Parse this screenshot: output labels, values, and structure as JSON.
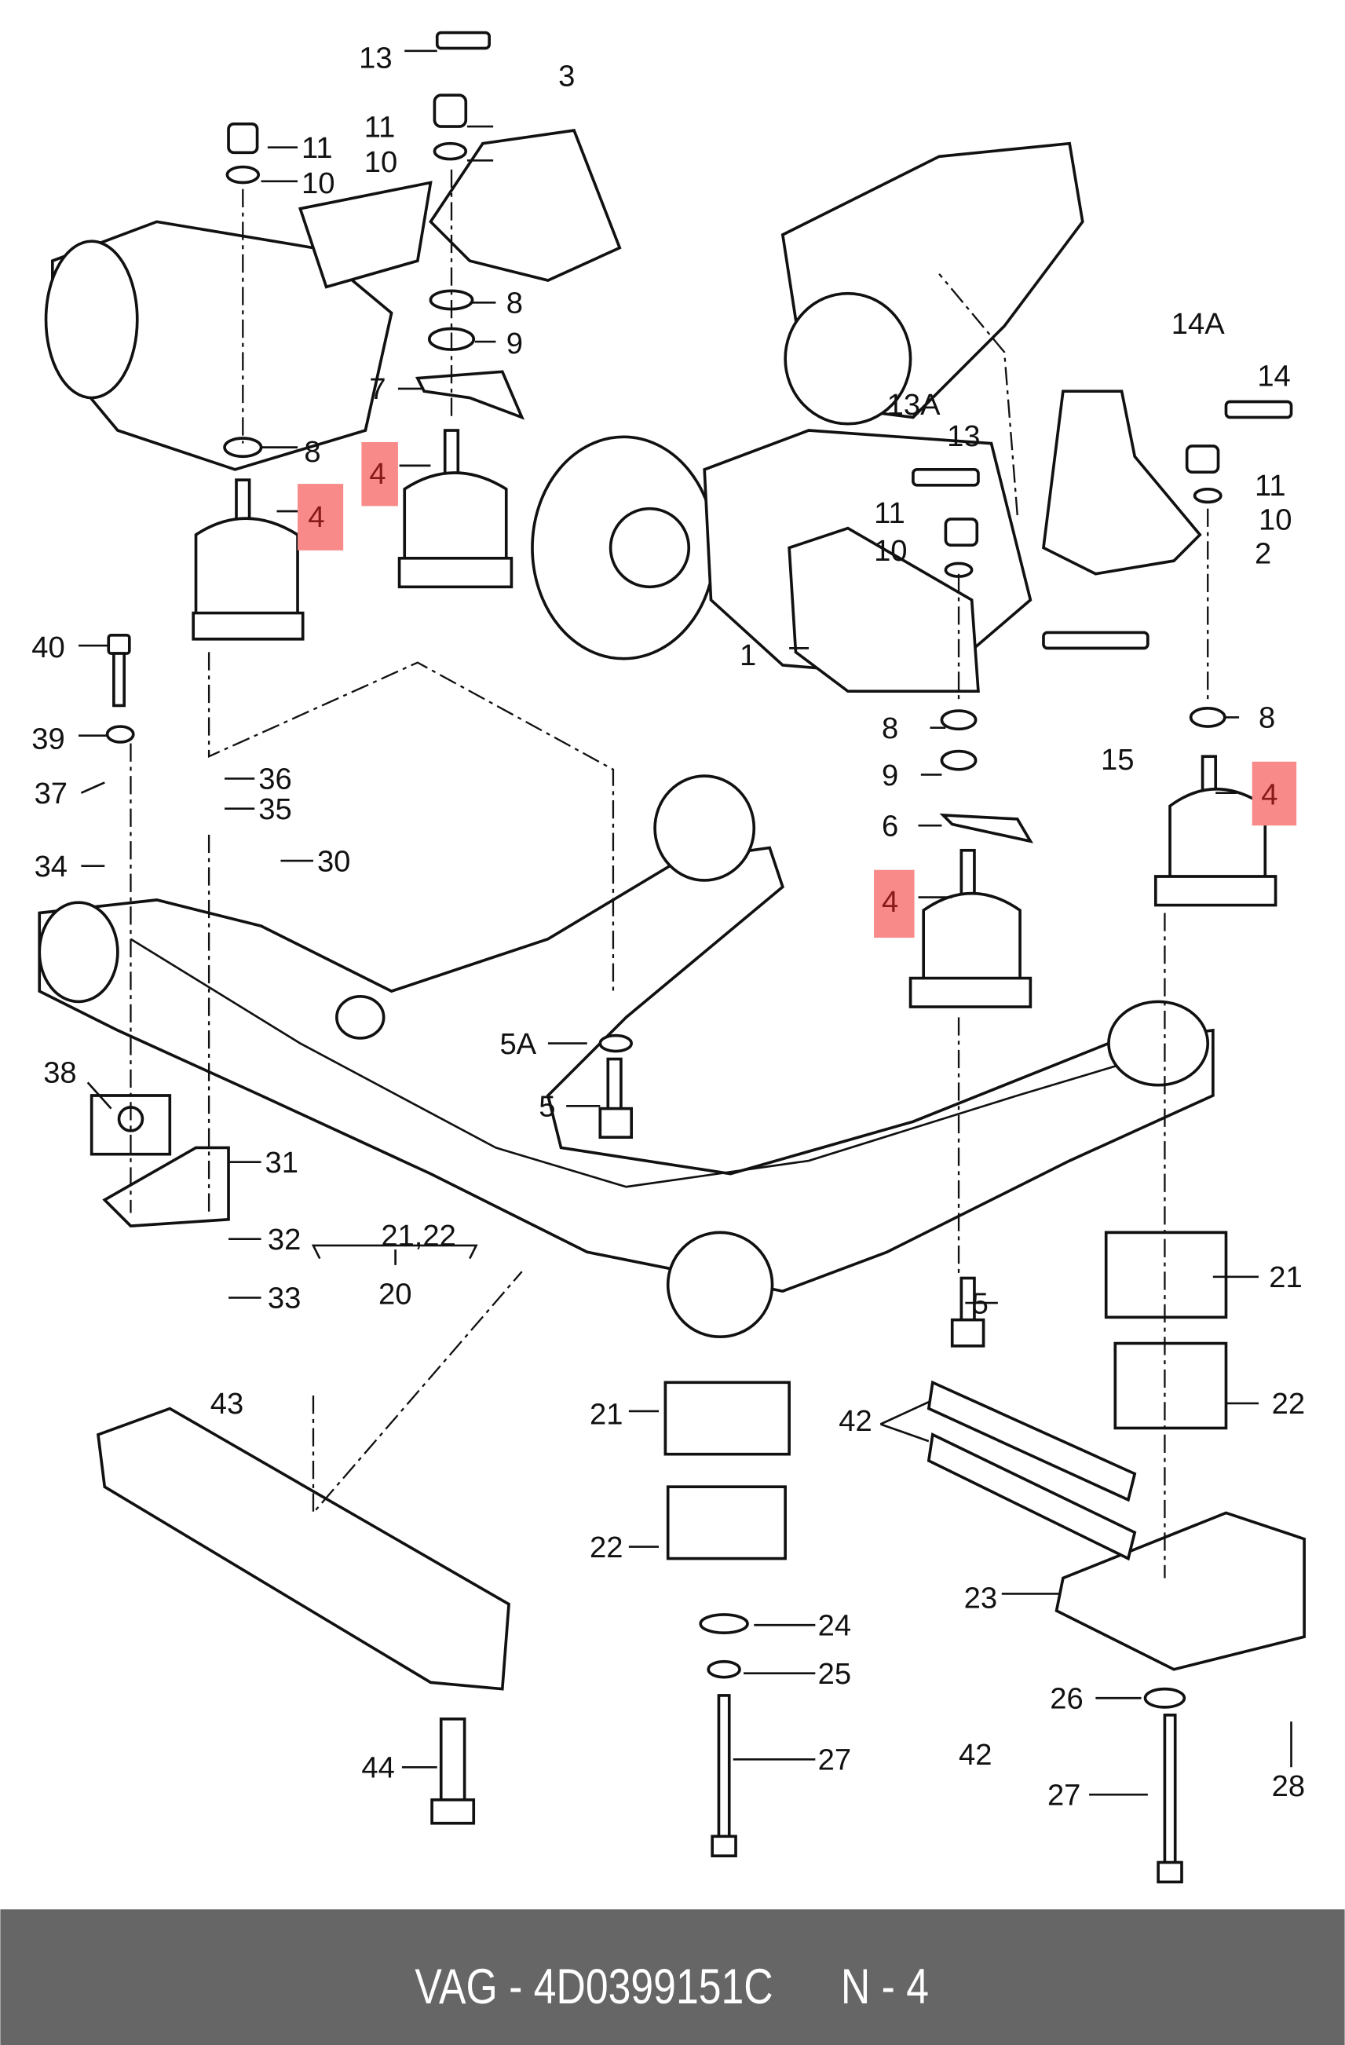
{
  "diagram": {
    "labels": [
      "13",
      "3",
      "11",
      "10",
      "11",
      "10",
      "8",
      "9",
      "7",
      "8",
      "14A",
      "14",
      "13A",
      "13",
      "11",
      "10",
      "11",
      "10",
      "2",
      "1",
      "8",
      "8",
      "15",
      "9",
      "6",
      "40",
      "39",
      "36",
      "35",
      "37",
      "30",
      "34",
      "5A",
      "5",
      "38",
      "31",
      "32",
      "21,22",
      "33",
      "20",
      "5",
      "21",
      "22",
      "43",
      "42",
      "21",
      "22",
      "23",
      "24",
      "25",
      "26",
      "42",
      "28",
      "27",
      "27",
      "44"
    ],
    "highlighted_labels": [
      "4",
      "4",
      "4",
      "4"
    ],
    "highlight_color": "#f88a8a"
  },
  "footer": {
    "brand": "VAG",
    "separator": "-",
    "part_number": "4D0399151C",
    "ref_prefix": "N",
    "ref_number": "4",
    "background": "#666666"
  }
}
